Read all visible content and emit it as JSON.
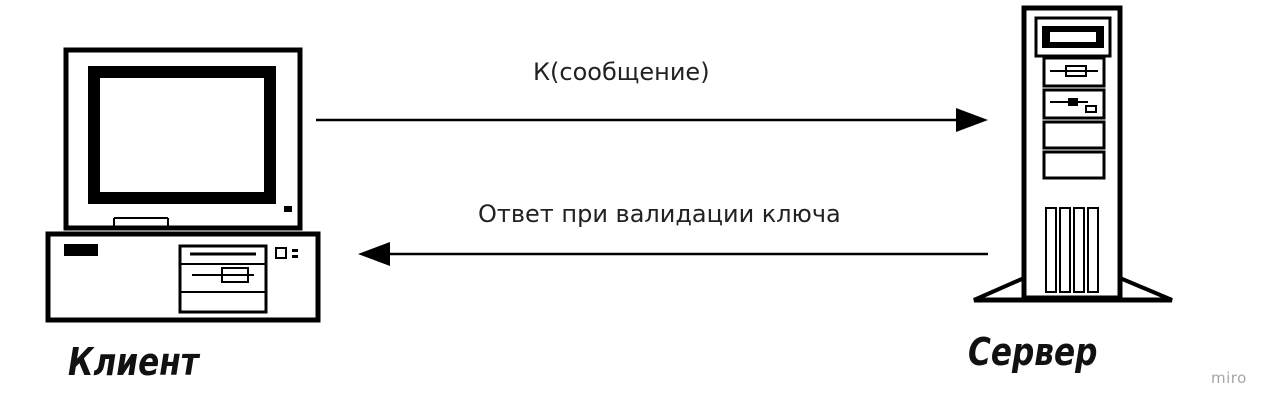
{
  "diagram": {
    "client": {
      "label": "Клиент",
      "icon": "desktop-computer-icon"
    },
    "server": {
      "label": "Сервер",
      "icon": "tower-server-icon"
    },
    "arrows": [
      {
        "label": "К(сообщение)",
        "direction": "client-to-server"
      },
      {
        "label": "Ответ при валидации ключа",
        "direction": "server-to-client"
      }
    ]
  },
  "watermark": "miro",
  "colors": {
    "line": "#000000",
    "text": "#222222",
    "watermark": "#a6a6a6"
  }
}
